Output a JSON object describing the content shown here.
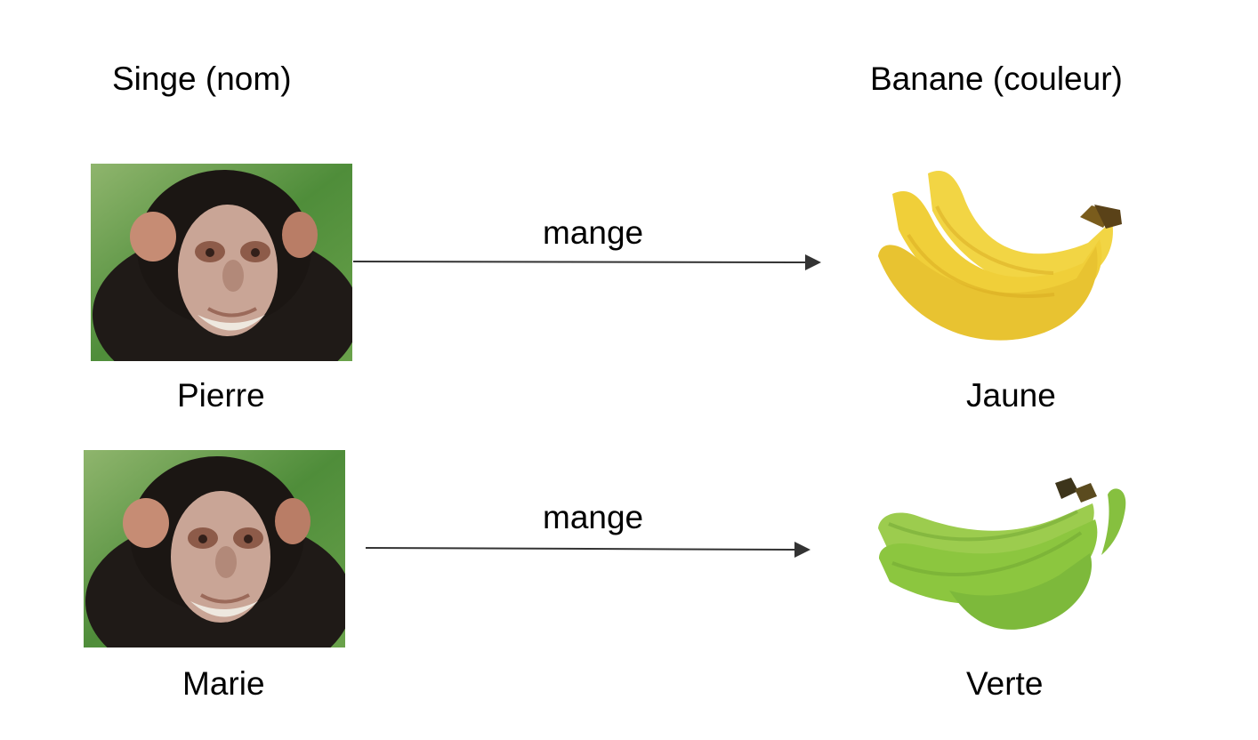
{
  "headers": {
    "left": "Singe (nom)",
    "right": "Banane (couleur)"
  },
  "rows": [
    {
      "subject": "Pierre",
      "relation": "mange",
      "object": "Jaune",
      "subject_icon": "chimpanzee-photo",
      "object_icon": "yellow-banana-photo"
    },
    {
      "subject": "Marie",
      "relation": "mange",
      "object": "Verte",
      "subject_icon": "chimpanzee-photo",
      "object_icon": "green-banana-photo"
    }
  ],
  "colors": {
    "arrow": "#333333",
    "banana_yellow": "#f2d544",
    "banana_green": "#8cc63f",
    "chimp_fur": "#1f1a17",
    "chimp_face": "#c9a596",
    "foliage": "#4f8d3a"
  }
}
